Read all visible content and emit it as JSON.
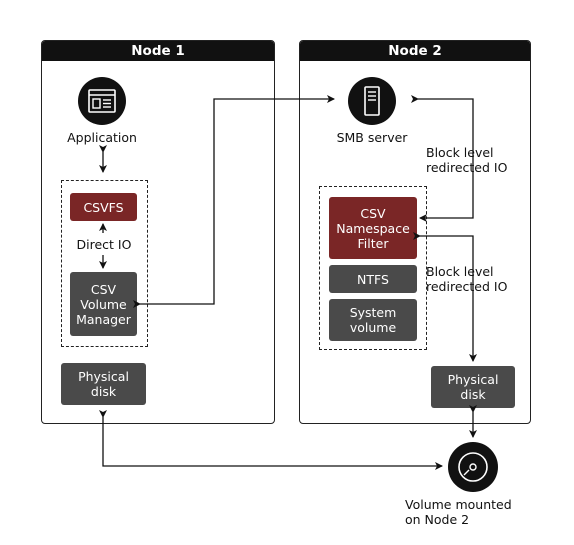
{
  "node1": {
    "title": "Node 1",
    "application_label": "Application",
    "csvfs": "CSVFS",
    "direct_io": "Direct IO",
    "csv_volume_manager": [
      "CSV",
      "Volume",
      "Manager"
    ],
    "physical_disk": [
      "Physical",
      "disk"
    ]
  },
  "node2": {
    "title": "Node 2",
    "smb_server_label": "SMB server",
    "block_level_top": [
      "Block level",
      "redirected IO"
    ],
    "csv_namespace_filter": [
      "CSV",
      "Namespace",
      "Filter"
    ],
    "ntfs": "NTFS",
    "system_volume": [
      "System",
      "volume"
    ],
    "block_level_bottom": [
      "Block level",
      "redirected IO"
    ],
    "physical_disk": [
      "Physical",
      "disk"
    ]
  },
  "volume": {
    "label": [
      "Volume mounted",
      "on Node 2"
    ]
  },
  "icons": {
    "application": "application-window-icon",
    "smb_server": "server-icon",
    "volume": "disk-icon"
  },
  "colors": {
    "header": "#111111",
    "dark_box": "#4a4a4a",
    "red_box": "#7a2626"
  }
}
